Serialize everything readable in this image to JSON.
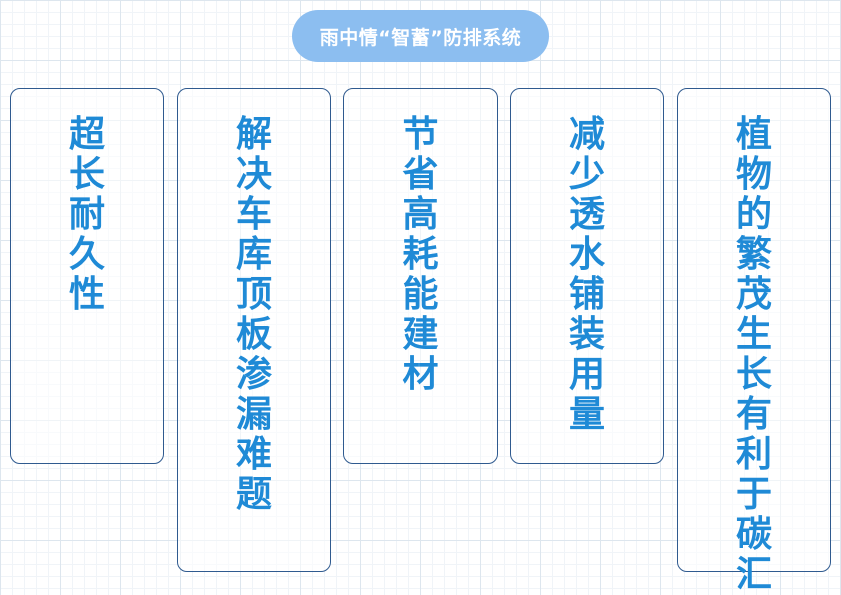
{
  "title": "雨中情“智蓄”防排系统",
  "cards": [
    {
      "text": "超长耐久性"
    },
    {
      "text": "解决车库顶板渗漏难题"
    },
    {
      "text": "节省高耗能建材"
    },
    {
      "text": "减少透水铺装用量"
    },
    {
      "text": "植物的繁茂生长有利于碳汇"
    }
  ],
  "colors": {
    "title_bg": "#8cbef0",
    "card_border": "#2f5a8f",
    "card_text": "#1f8ad6"
  }
}
